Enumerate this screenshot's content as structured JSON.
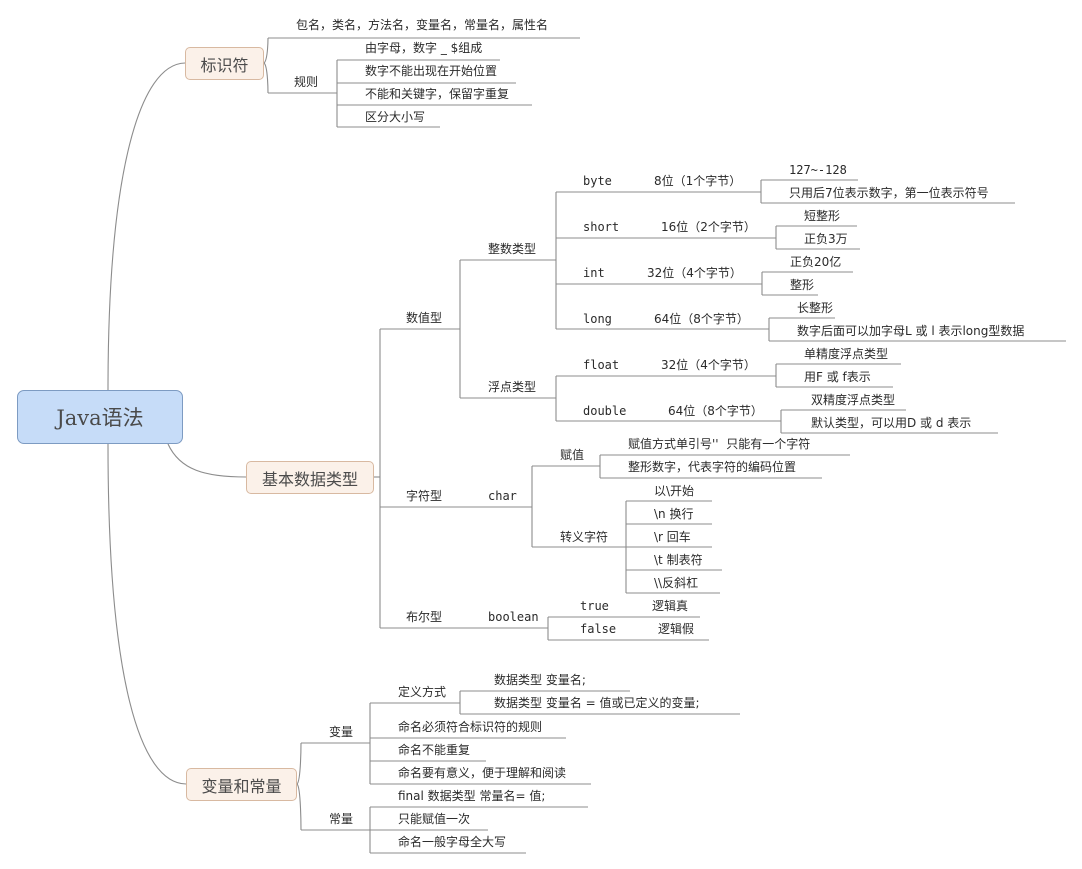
{
  "root": "Java语法",
  "identifier": {
    "title": "标识符",
    "kinds": "包名，类名，方法名，变量名，常量名，属性名",
    "rules_label": "规则",
    "rules": [
      "由字母，数字 _ $组成",
      "数字不能出现在开始位置",
      "不能和关键字，保留字重复",
      "区分大小写"
    ]
  },
  "types": {
    "title": "基本数据类型",
    "numeric": "数值型",
    "integer": "整数类型",
    "byte": {
      "name": "byte",
      "size": "8位（1个字节）",
      "notes": [
        "127~-128",
        "只用后7位表示数字，第一位表示符号"
      ]
    },
    "short": {
      "name": "short",
      "size": "16位（2个字节）",
      "notes": [
        "短整形",
        "正负3万"
      ]
    },
    "int": {
      "name": "int",
      "size": "32位（4个字节）",
      "notes": [
        "正负20亿",
        "整形"
      ]
    },
    "long": {
      "name": "long",
      "size": "64位（8个字节）",
      "notes": [
        "长整形",
        "数字后面可以加字母L 或 l 表示long型数据"
      ]
    },
    "floating": "浮点类型",
    "float": {
      "name": "float",
      "size": "32位（4个字节）",
      "notes": [
        "单精度浮点类型",
        "用F 或 f表示"
      ]
    },
    "double": {
      "name": "double",
      "size": "64位（8个字节）",
      "notes": [
        "双精度浮点类型",
        "默认类型，可以用D 或 d 表示"
      ]
    },
    "character": "字符型",
    "char": "char",
    "assign": "赋值",
    "assign_items": [
      "赋值方式单引号''  只能有一个字符",
      "整形数字，代表字符的编码位置"
    ],
    "escape": "转义字符",
    "escape_items": [
      "以\\开始",
      "\\n 换行",
      "\\r 回车",
      "\\t 制表符",
      "\\\\反斜杠"
    ],
    "bool": "布尔型",
    "boolean": "boolean",
    "true": {
      "name": "true",
      "desc": "逻辑真"
    },
    "false": {
      "name": "false",
      "desc": "逻辑假"
    }
  },
  "vars": {
    "title": "变量和常量",
    "variable": "变量",
    "define": "定义方式",
    "define_items": [
      "数据类型 变量名;",
      "数据类型 变量名 = 值或已定义的变量;"
    ],
    "var_rules": [
      "命名必须符合标识符的规则",
      "命名不能重复",
      "命名要有意义，便于理解和阅读"
    ],
    "constant": "常量",
    "const_rules": [
      "final 数据类型 常量名= 值;",
      "只能赋值一次",
      "命名一般字母全大写"
    ]
  }
}
